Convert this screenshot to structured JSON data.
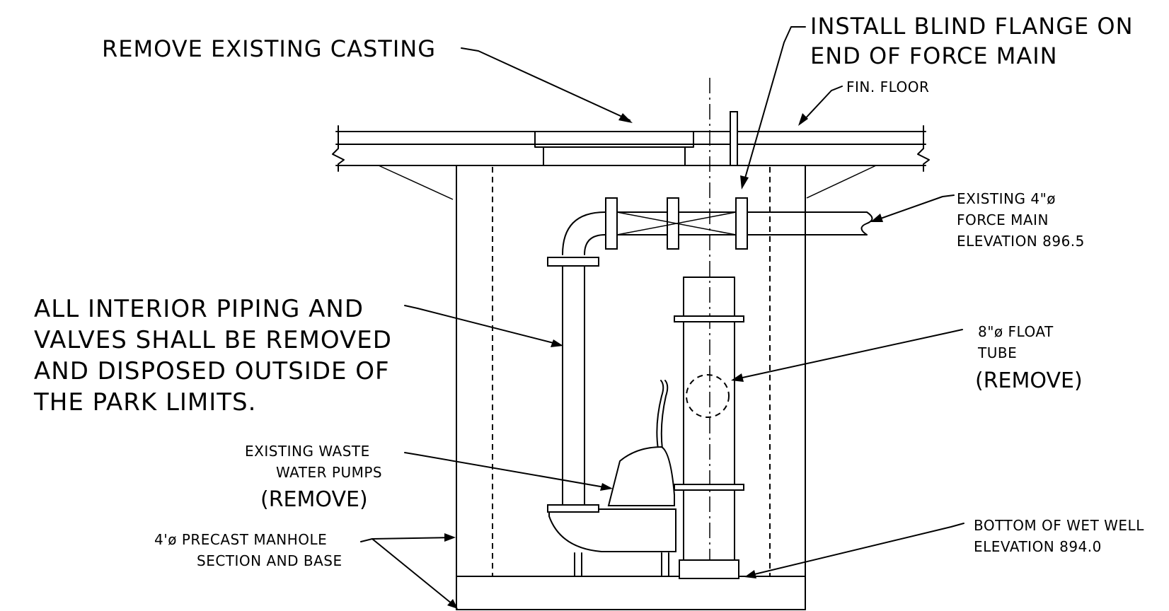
{
  "labels": {
    "remove_casting": "REMOVE EXISTING CASTING",
    "blind_flange_line1": "INSTALL BLIND FLANGE ON",
    "blind_flange_line2": "END OF FORCE MAIN",
    "fin_floor": "FIN. FLOOR",
    "force_main_line1": "EXISTING 4\"ø",
    "force_main_line2": "FORCE MAIN",
    "force_main_line3": "ELEVATION 896.5",
    "interior_line1": "ALL INTERIOR PIPING AND",
    "interior_line2": "VALVES SHALL BE REMOVED",
    "interior_line3": "AND DISPOSED OUTSIDE OF",
    "interior_line4": "THE PARK LIMITS.",
    "float_tube_line1": "8\"ø FLOAT",
    "float_tube_line2": "TUBE",
    "float_tube_line3": "(REMOVE)",
    "pumps_line1": "EXISTING WASTE",
    "pumps_line2": "WATER PUMPS",
    "pumps_line3": "(REMOVE)",
    "manhole_line1": "4'ø PRECAST MANHOLE",
    "manhole_line2": "SECTION AND BASE",
    "wet_well_line1": "BOTTOM OF WET WELL",
    "wet_well_line2": "ELEVATION 894.0"
  }
}
